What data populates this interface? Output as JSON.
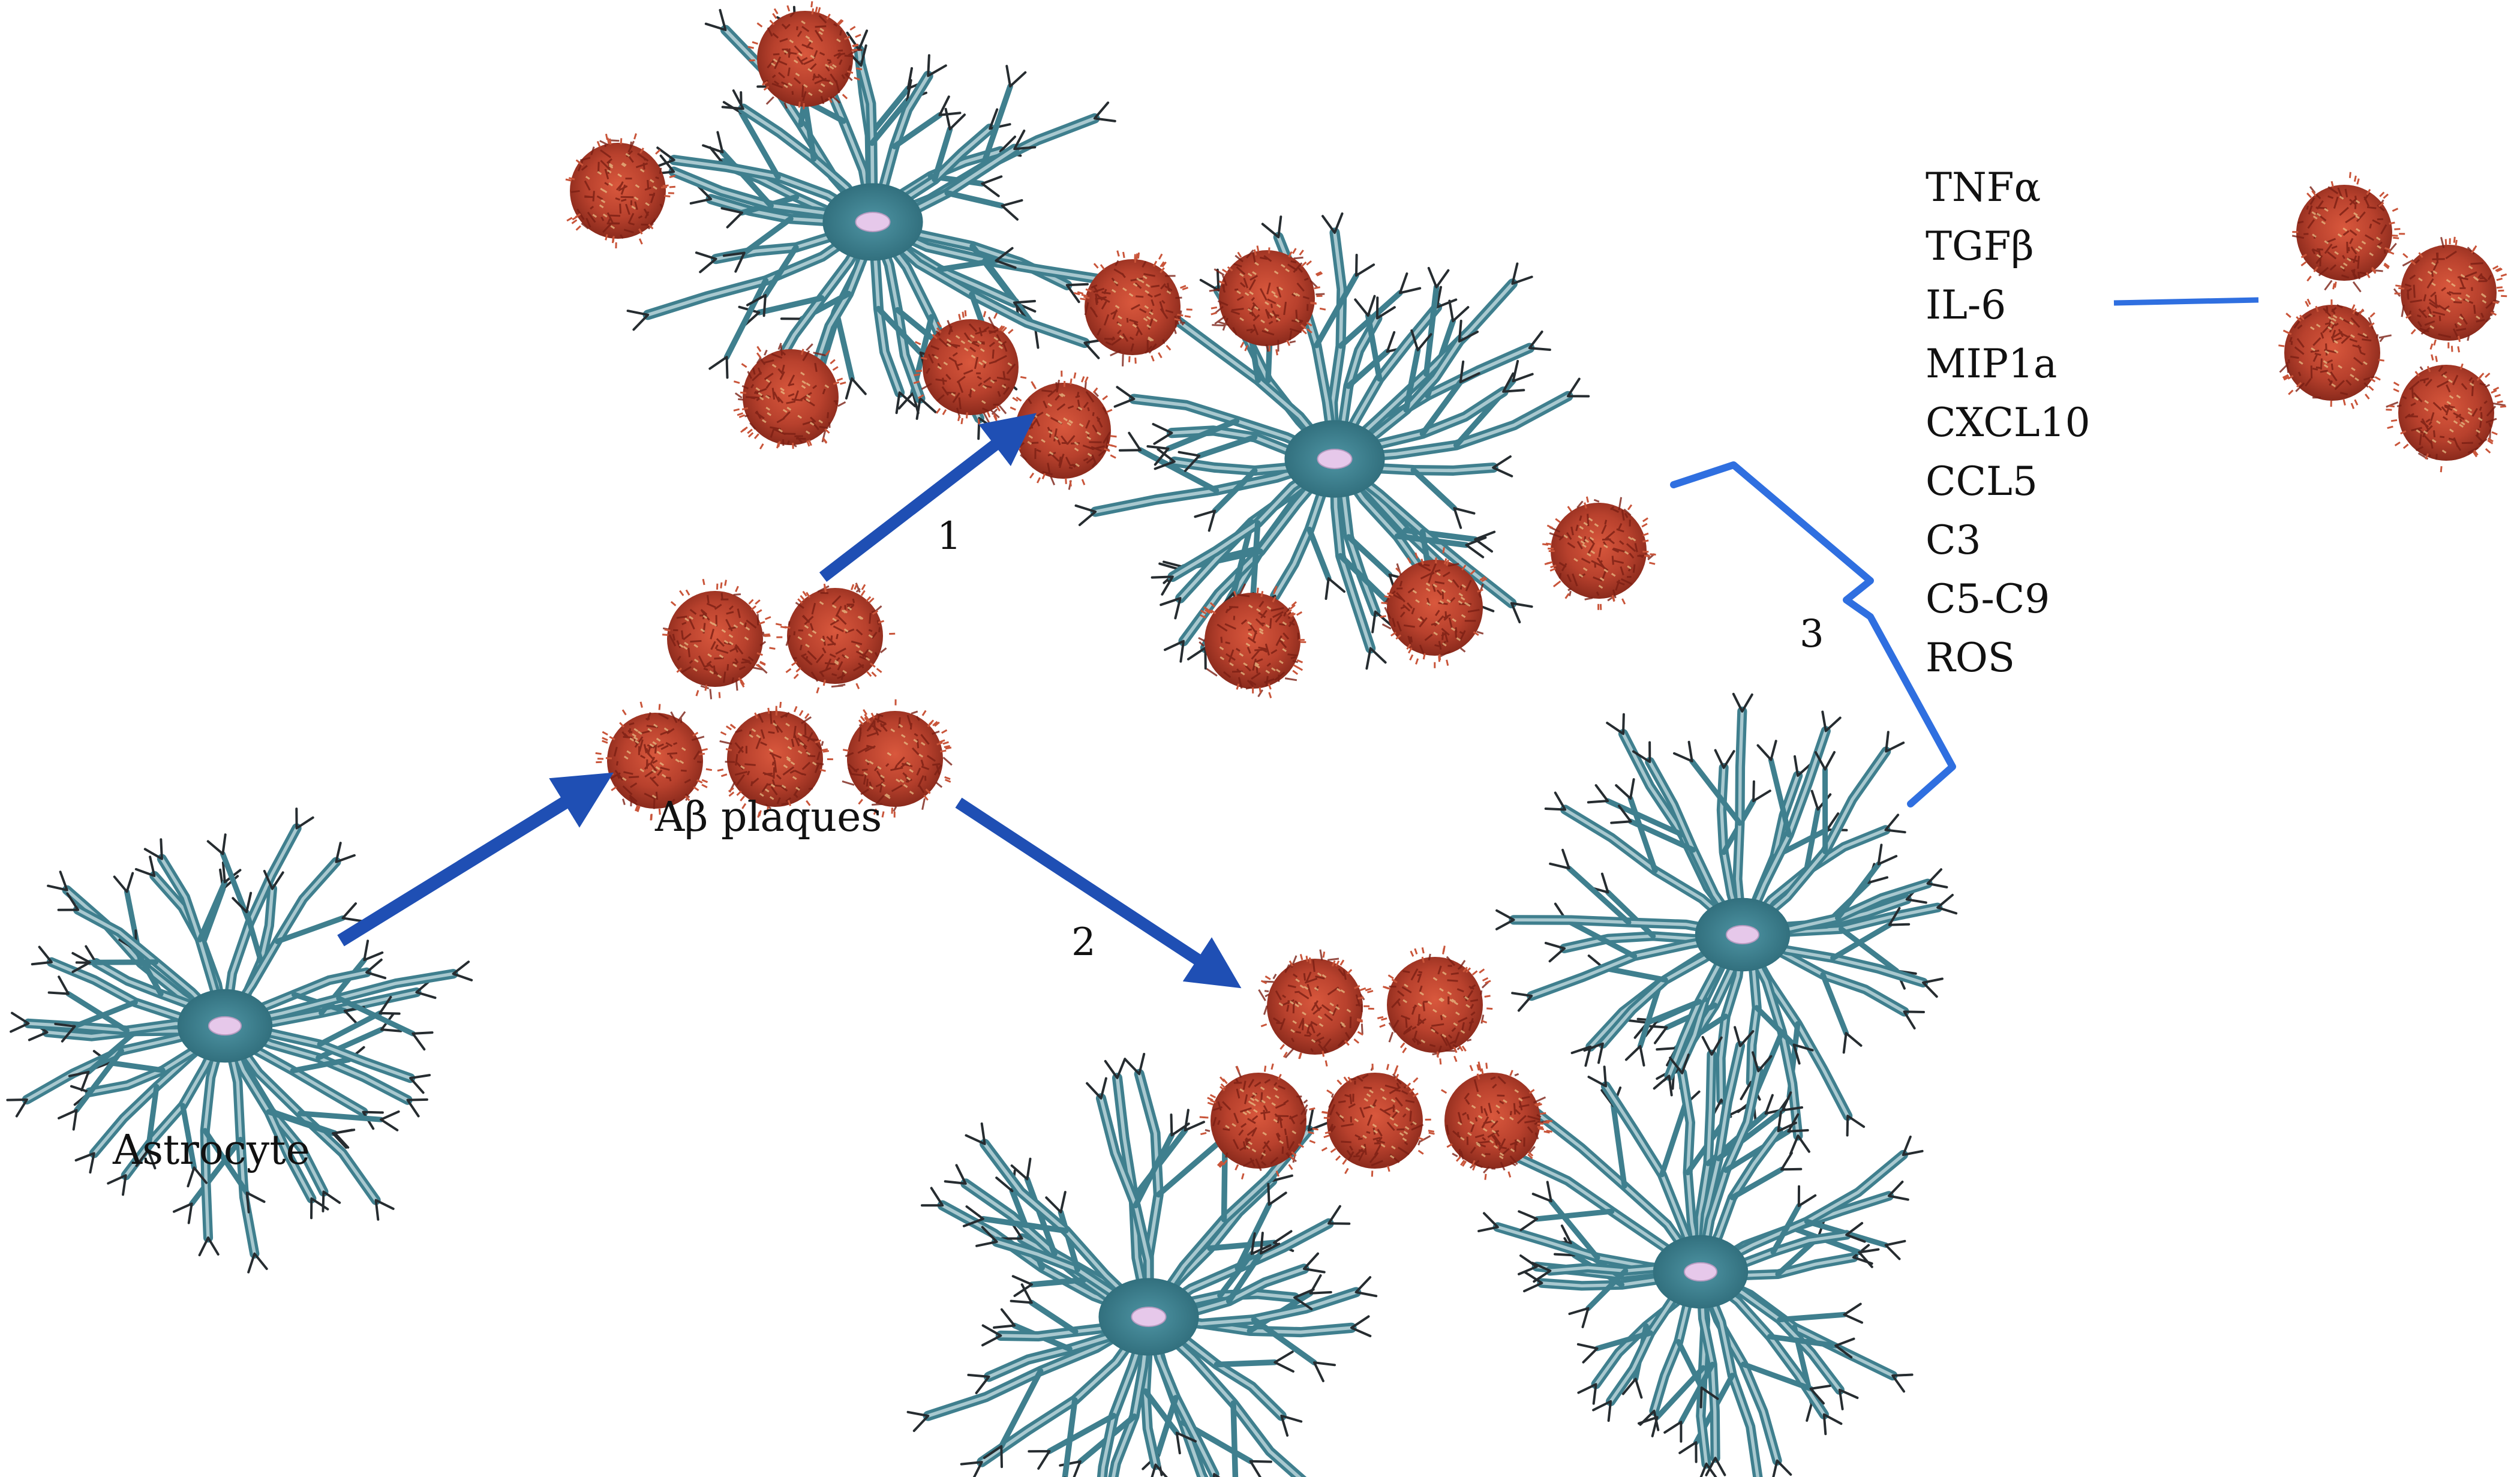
{
  "colors": {
    "arrow": "#1f4fb4",
    "bracket": "#2f6fe0",
    "plaque": "#b8412d",
    "plaque_dark": "#8a2a1c",
    "astrocyte": "#3f7f8e",
    "nucleus": "#e6c8ea"
  },
  "labels": {
    "astrocyte": "Astrocyte",
    "plaques": "Aβ plaques",
    "path1": "1",
    "path2": "2",
    "path3": "3"
  },
  "mediators": [
    "TNFα",
    "TGFβ",
    "IL-6",
    "MIP1a",
    "CXCL10",
    "CCL5",
    "C3",
    "C5-C9",
    "ROS"
  ],
  "icons": {
    "cell": "astrocyte-icon",
    "plaque": "amyloid-plaque-icon",
    "arrow": "arrow-icon",
    "bracket": "curly-bracket-icon"
  }
}
